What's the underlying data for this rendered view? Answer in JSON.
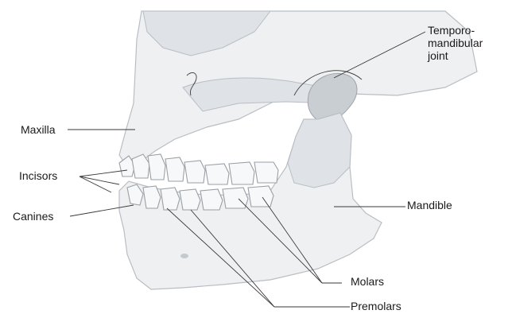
{
  "labels": {
    "tmj": "Temporo-\nmandibular\njoint",
    "maxilla": "Maxilla",
    "incisors": "Incisors",
    "canines": "Canines",
    "mandible": "Mandible",
    "molars": "Molars",
    "premolars": "Premolars"
  }
}
